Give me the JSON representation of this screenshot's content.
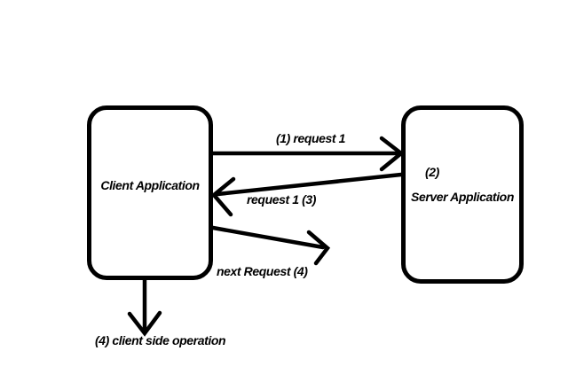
{
  "diagram": {
    "background_color": "#ffffff",
    "stroke_color": "#000000",
    "client_box": {
      "label": "Client Application"
    },
    "server_box": {
      "step_label": "(2)",
      "label": "Server Application"
    },
    "arrows": {
      "request1": {
        "label": "(1) request 1",
        "from": "client",
        "to": "server"
      },
      "response1": {
        "label": "request 1 (3)",
        "from": "server",
        "to": "client"
      },
      "next_request": {
        "label": "next Request (4)",
        "from": "client",
        "to": "right"
      },
      "client_side_operation": {
        "label": "(4) client side operation",
        "from": "client",
        "to": "down"
      }
    }
  }
}
